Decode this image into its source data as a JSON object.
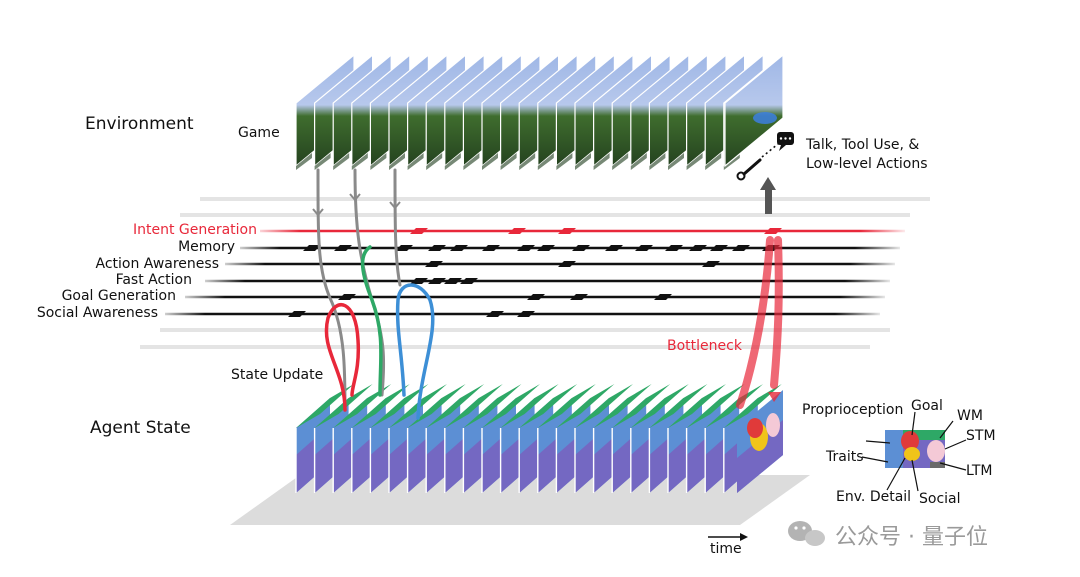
{
  "labels": {
    "environment": "Environment",
    "game": "Game",
    "actions": [
      "Talk, Tool Use, &",
      "Low-level Actions"
    ],
    "agent_state": "Agent State",
    "state_update": "State Update",
    "bottleneck": "Bottleneck",
    "time": "time"
  },
  "processes": [
    {
      "name": "Intent Generation",
      "highlight": true
    },
    {
      "name": "Memory",
      "highlight": false
    },
    {
      "name": "Action Awareness",
      "highlight": false
    },
    {
      "name": "Fast Action",
      "highlight": false
    },
    {
      "name": "Goal Generation",
      "highlight": false
    },
    {
      "name": "Social Awareness",
      "highlight": false
    }
  ],
  "state_components": {
    "proprioception": "Proprioception",
    "goal": "Goal",
    "wm": "WM",
    "stm": "STM",
    "traits": "Traits",
    "ltm": "LTM",
    "env_detail": "Env. Detail",
    "social": "Social"
  },
  "watermark": {
    "text": "公众号 · 量子位",
    "icon": "wechat-icon"
  },
  "colors": {
    "highlight_red": "#e8283a",
    "state_green": "#2ea866",
    "state_blue": "#3d8fd6",
    "state_purple": "#7468c2",
    "arrow_gray": "#8a8a8a"
  }
}
